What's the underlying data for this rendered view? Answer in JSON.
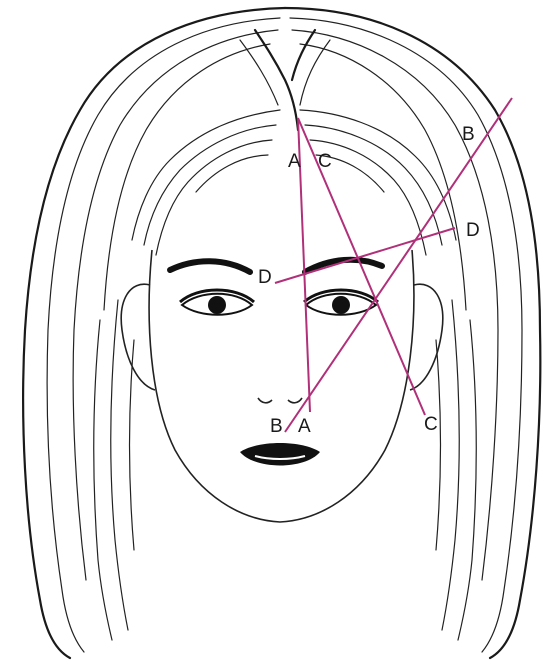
{
  "labels": {
    "a_top": "A",
    "c_top": "C",
    "b_top": "B",
    "d_right": "D",
    "d_left": "D",
    "b_bottom": "B",
    "a_bottom": "A",
    "c_bottom": "C"
  },
  "colors": {
    "guide_line": "#b0307a",
    "ink": "#1a1a1a"
  }
}
